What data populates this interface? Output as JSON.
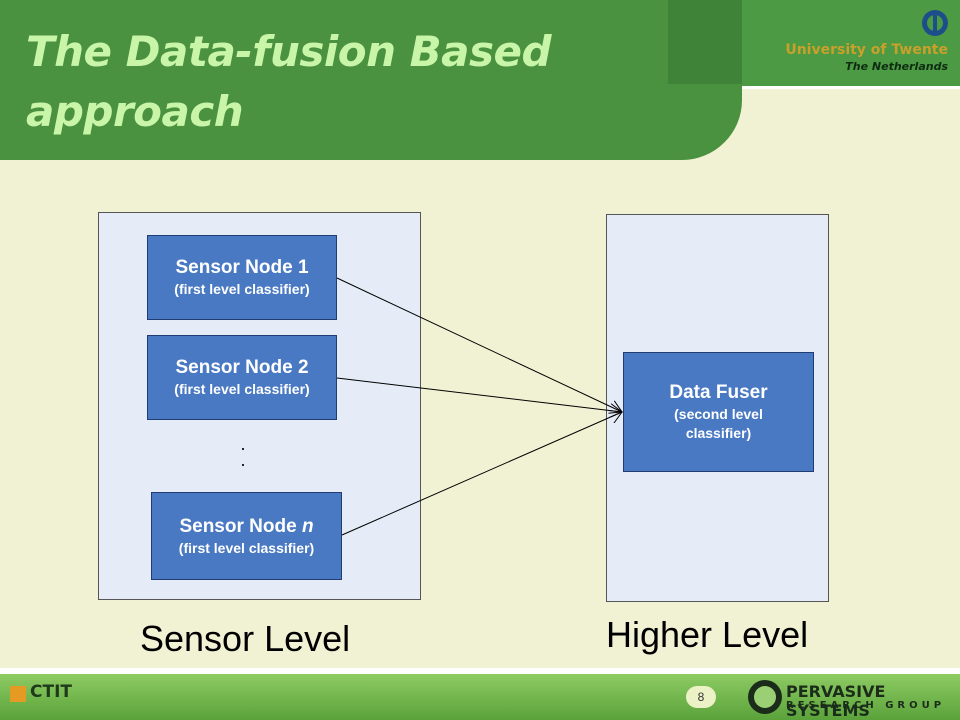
{
  "slide": {
    "title_line1": "The Data-fusion Based",
    "title_line2": "approach",
    "page_number": "8"
  },
  "logo": {
    "university": "University of Twente",
    "country": "The Netherlands"
  },
  "diagram": {
    "nodes": [
      {
        "title": "Sensor Node 1",
        "subtitle": "(first level classifier)"
      },
      {
        "title": "Sensor Node 2",
        "subtitle": "(first level classifier)"
      },
      {
        "title_prefix": "Sensor Node ",
        "title_var": "n",
        "subtitle": "(first level classifier)"
      }
    ],
    "dots": ".\n.",
    "fuser": {
      "title": "Data Fuser",
      "subtitle": "(second level classifier)"
    },
    "sensor_level_label": "Sensor Level",
    "higher_level_label": "Higher Level"
  },
  "footer": {
    "ctit": "CTIT",
    "psrg_line1": "PERVASIVE SYSTEMS",
    "psrg_line2": "RESEARCH GROUP"
  },
  "colors": {
    "title_band": "#4a9140",
    "title_text": "#c9f5a8",
    "node_fill": "#4a79c3",
    "panel_fill": "#e6ecf7",
    "slide_bg": "#f1f2d3"
  }
}
